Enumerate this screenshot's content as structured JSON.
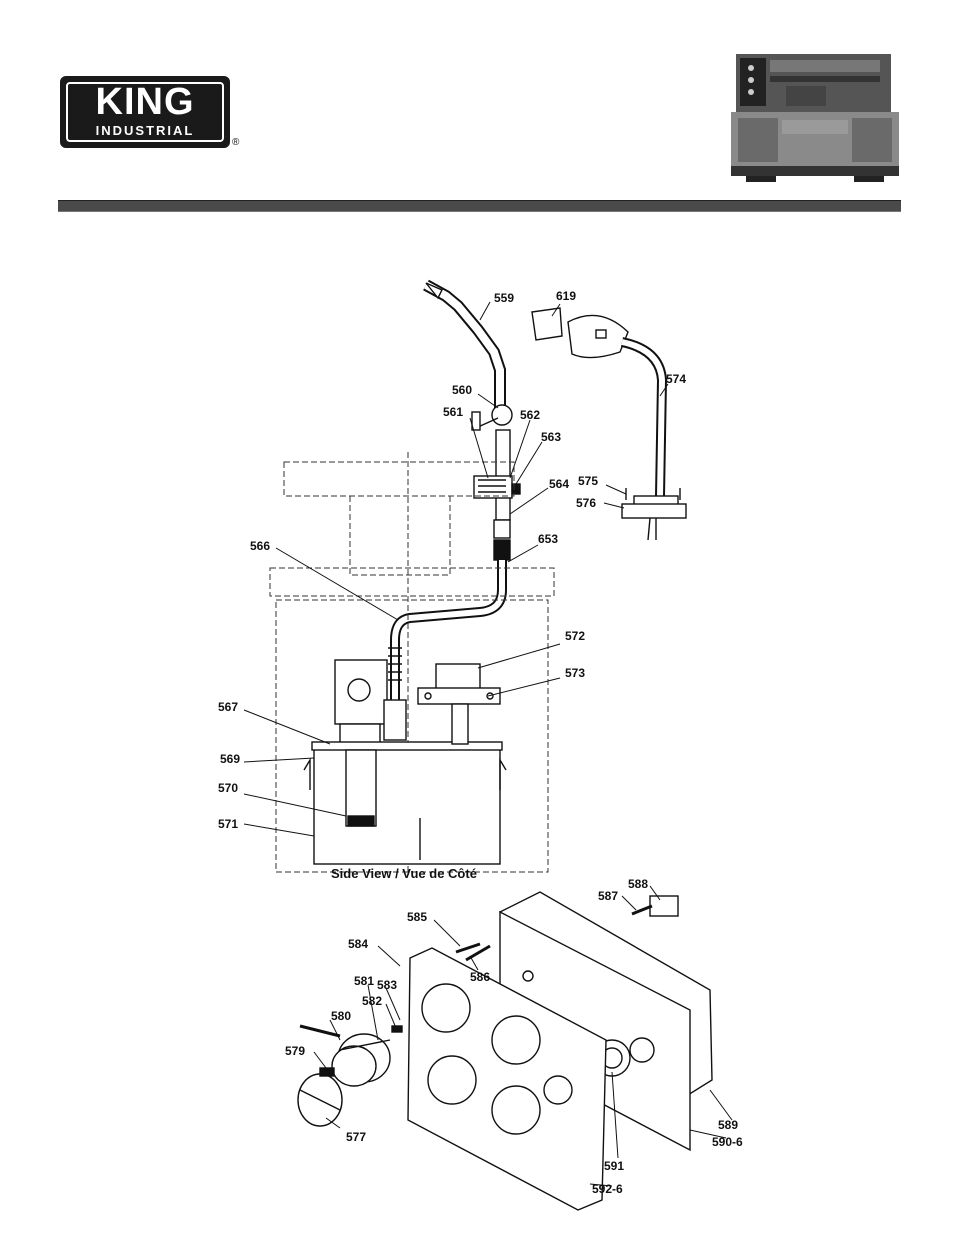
{
  "brand": {
    "name": "KING",
    "sub": "INDUSTRIAL",
    "registered": "®"
  },
  "caption": "Side View / Vue de Côté",
  "part_labels": [
    {
      "id": "559",
      "text": "559"
    },
    {
      "id": "619",
      "text": "619"
    },
    {
      "id": "574",
      "text": "574"
    },
    {
      "id": "560",
      "text": "560"
    },
    {
      "id": "561",
      "text": "561"
    },
    {
      "id": "562",
      "text": "562"
    },
    {
      "id": "563",
      "text": "563"
    },
    {
      "id": "564",
      "text": "564"
    },
    {
      "id": "575",
      "text": "575"
    },
    {
      "id": "576",
      "text": "576"
    },
    {
      "id": "653",
      "text": "653"
    },
    {
      "id": "566",
      "text": "566"
    },
    {
      "id": "572",
      "text": "572"
    },
    {
      "id": "573",
      "text": "573"
    },
    {
      "id": "567",
      "text": "567"
    },
    {
      "id": "569",
      "text": "569"
    },
    {
      "id": "570",
      "text": "570"
    },
    {
      "id": "571",
      "text": "571"
    },
    {
      "id": "587",
      "text": "587"
    },
    {
      "id": "588",
      "text": "588"
    },
    {
      "id": "585",
      "text": "585"
    },
    {
      "id": "584",
      "text": "584"
    },
    {
      "id": "586",
      "text": "586"
    },
    {
      "id": "581",
      "text": "581"
    },
    {
      "id": "583",
      "text": "583"
    },
    {
      "id": "582",
      "text": "582"
    },
    {
      "id": "580",
      "text": "580"
    },
    {
      "id": "579",
      "text": "579"
    },
    {
      "id": "577",
      "text": "577"
    },
    {
      "id": "589",
      "text": "589"
    },
    {
      "id": "590-6",
      "text": "590-6"
    },
    {
      "id": "591",
      "text": "591"
    },
    {
      "id": "592-6",
      "text": "592-6"
    }
  ]
}
